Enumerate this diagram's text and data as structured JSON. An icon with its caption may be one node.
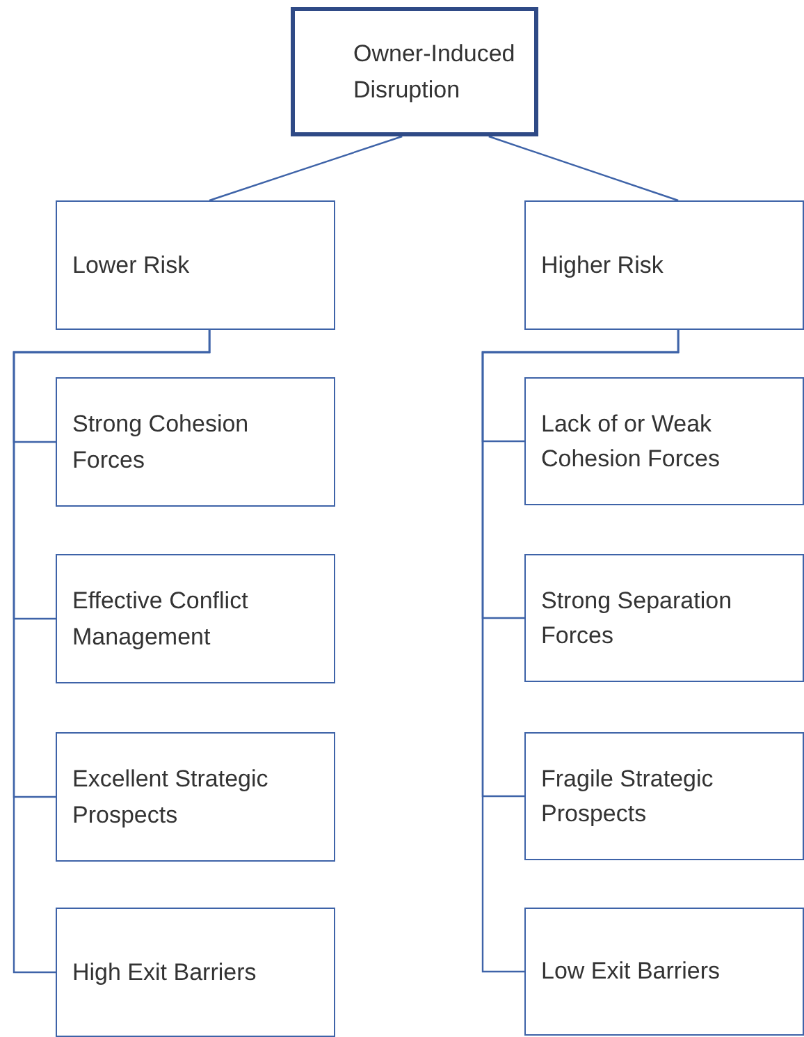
{
  "diagram": {
    "nodes": [
      {
        "text": [
          "Owner-Induced Disruption"
        ]
      },
      {
        "text": [
          "Lower Risk"
        ]
      },
      {
        "text": [
          "Higher Risk"
        ]
      },
      {
        "text": [
          "Strong Cohesion Forces"
        ]
      },
      {
        "text": [
          "Lack of or Weak Cohesion Forces"
        ]
      },
      {
        "text": [
          "Effective Conflict Management"
        ]
      },
      {
        "text": [
          "Strong Separation Forces"
        ]
      },
      {
        "text": [
          "Excellent Strategic Prospects"
        ]
      },
      {
        "text": [
          "Fragile Strategic Prospects"
        ]
      },
      {
        "text": [
          "High Exit Barriers"
        ]
      },
      {
        "text": [
          "Low Exit Barriers"
        ]
      }
    ],
    "edges": [
      {
        "from": 0,
        "to": 1,
        "arrow": "none"
      },
      {
        "from": 0,
        "to": 2,
        "arrow": "none"
      },
      {
        "from": 1,
        "to": 3,
        "arrow": "none"
      },
      {
        "from": 1,
        "to": 5,
        "arrow": "none"
      },
      {
        "from": 1,
        "to": 7,
        "arrow": "none"
      },
      {
        "from": 1,
        "to": 9,
        "arrow": "none"
      },
      {
        "from": 2,
        "to": 4,
        "arrow": "none"
      },
      {
        "from": 2,
        "to": 6,
        "arrow": "none"
      },
      {
        "from": 2,
        "to": 8,
        "arrow": "none"
      },
      {
        "from": 2,
        "to": 10,
        "arrow": "none"
      }
    ]
  }
}
